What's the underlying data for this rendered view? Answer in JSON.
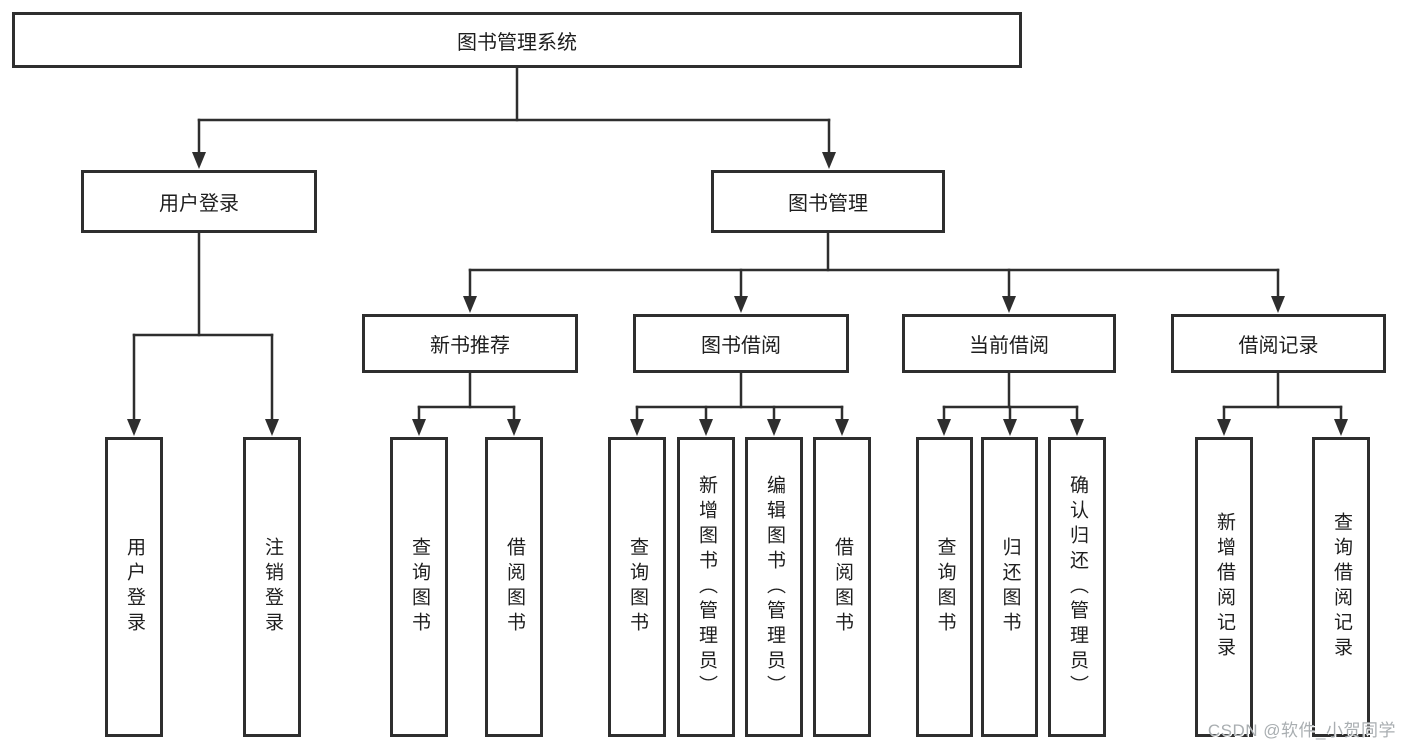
{
  "diagram_title": "图书管理系统",
  "watermark": "CSDN @软件_小贺同学",
  "colors": {
    "line": "#2e2e2e",
    "box_border": "#2e2e2e",
    "text": "#1e1e1e",
    "watermark_text": "#a9aeb1",
    "background": "#ffffff"
  },
  "tree": {
    "label": "图书管理系统",
    "children": [
      {
        "label": "用户登录",
        "children": [
          {
            "label": "用户登录"
          },
          {
            "label": "注销登录"
          }
        ]
      },
      {
        "label": "图书管理",
        "children": [
          {
            "label": "新书推荐",
            "children": [
              {
                "label": "查询图书"
              },
              {
                "label": "借阅图书"
              }
            ]
          },
          {
            "label": "图书借阅",
            "children": [
              {
                "label": "查询图书"
              },
              {
                "label": "新增图书（管理员）"
              },
              {
                "label": "编辑图书（管理员）"
              },
              {
                "label": "借阅图书"
              }
            ]
          },
          {
            "label": "当前借阅",
            "children": [
              {
                "label": "查询图书"
              },
              {
                "label": "归还图书"
              },
              {
                "label": "确认归还（管理员）"
              }
            ]
          },
          {
            "label": "借阅记录",
            "children": [
              {
                "label": "新增借阅记录"
              },
              {
                "label": "查询借阅记录"
              }
            ]
          }
        ]
      }
    ]
  }
}
